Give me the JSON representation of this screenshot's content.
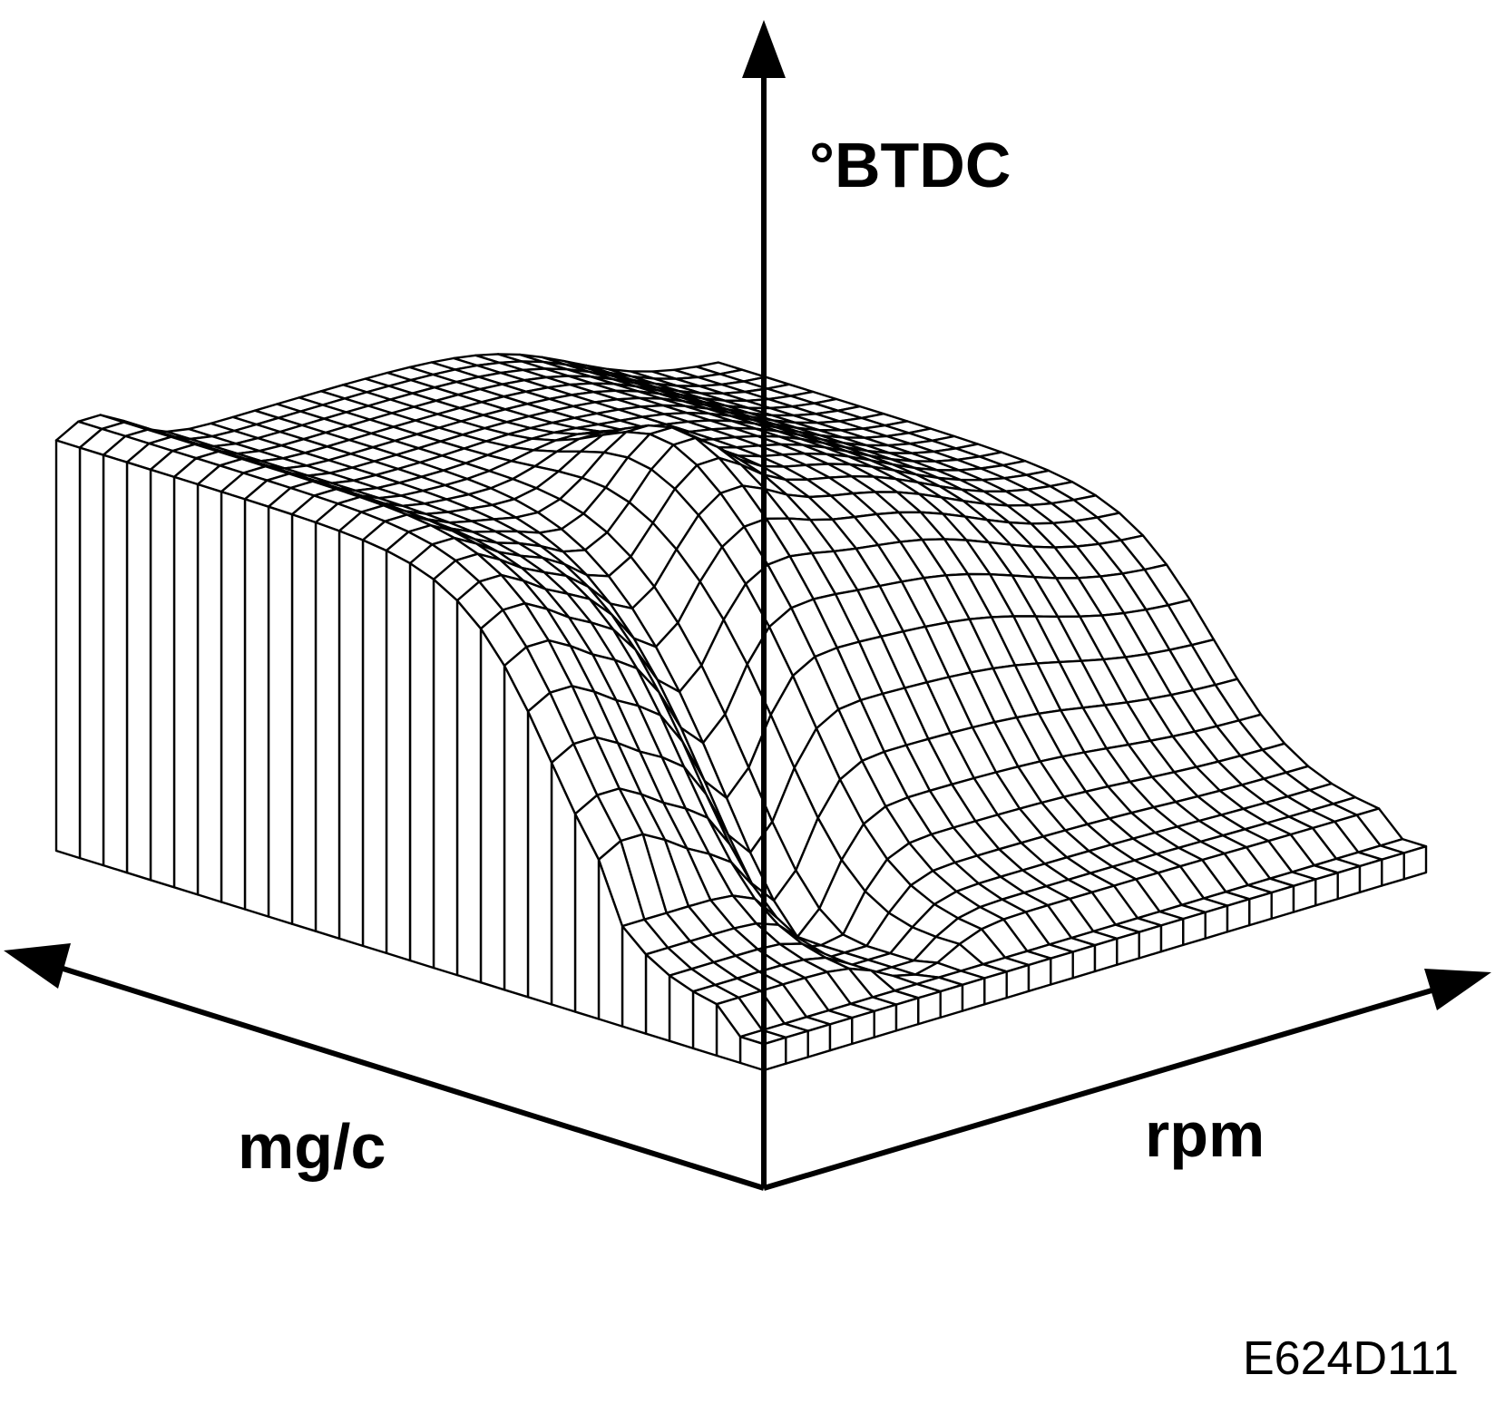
{
  "diagram": {
    "vertical_axis_label": "°BTDC",
    "left_axis_label": "mg/c",
    "right_axis_label": "rpm",
    "figure_code": "E624D111"
  },
  "colors": {
    "line": "#000000",
    "face": "#ffffff"
  }
}
